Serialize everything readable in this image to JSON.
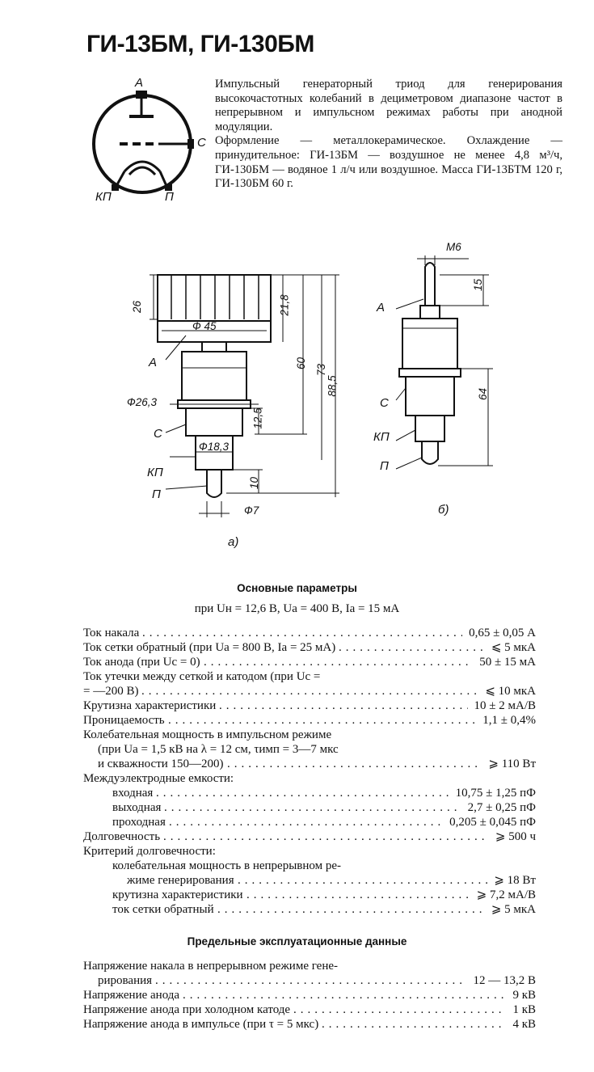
{
  "title": "ГИ-13БМ, ГИ-130БМ",
  "intro": {
    "p1": "Импульсный генераторный триод для генерирования высокочастотных колебаний в дециметровом диапазоне частот в непрерывном и импульсном режимах работы при анодной модуляции.",
    "p2": "Оформление — металлокерамическое. Охлаждение — принудительное: ГИ-13БМ — воздушное не менее 4,8 м³/ч, ГИ-130БМ — водяное 1 л/ч или воздушное. Масса ГИ-13БТМ 120 г, ГИ-130БМ 60 г."
  },
  "symbol": {
    "pins": {
      "a": "А",
      "c": "С",
      "kp": "КП",
      "p": "П"
    }
  },
  "drawing_a": {
    "caption": "а)",
    "dims": {
      "d45": "Ф 45",
      "h26": "26",
      "h218": "21,8",
      "h60": "60",
      "h73": "73",
      "h885": "88,5",
      "d263": "Ф26,3",
      "h125": "12,5",
      "d183": "Ф18,3",
      "h10": "10",
      "d7": "Ф7"
    },
    "labels": {
      "a": "А",
      "c": "С",
      "kp": "КП",
      "p": "П"
    }
  },
  "drawing_b": {
    "caption": "б)",
    "dims": {
      "m6": "М6",
      "h15": "15",
      "h64": "64"
    },
    "labels": {
      "a": "А",
      "c": "С",
      "kp": "КП",
      "p": "П"
    }
  },
  "params": {
    "heading": "Основные параметры",
    "conditions": "при Uн = 12,6 В, Uа = 400 В, Iа = 15 мА",
    "rows": [
      {
        "name": "Ток накала",
        "value": "0,65 ± 0,05 А"
      },
      {
        "name": "Ток сетки обратный (при Uа = 800 В, Iа = 25 мА)",
        "value": "⩽ 5 мкА"
      },
      {
        "name": "Ток анода (при Uс = 0)",
        "value": "50 ± 15 мА"
      },
      {
        "name": "Ток утечки между сеткой и катодом (при Uс =",
        "value": ""
      },
      {
        "name": "= —200 В)",
        "value": "⩽ 10 мкА"
      },
      {
        "name": "Крутизна характеристики",
        "value": "10 ± 2 мА/В"
      },
      {
        "name": "Проницаемость",
        "value": "1,1 ± 0,4%"
      },
      {
        "name": "Колебательная мощность в импульсном режиме",
        "value": ""
      },
      {
        "name": "(при Uа = 1,5 кВ на λ = 12 см, τимп = 3—7 мкс",
        "value": ""
      },
      {
        "name": "и скважности 150—200)",
        "value": "⩾ 110 Вт"
      },
      {
        "name": "Междуэлектродные емкости:",
        "value": ""
      },
      {
        "name": "входная",
        "value": "10,75 ± 1,25 пФ"
      },
      {
        "name": "выходная",
        "value": "2,7 ± 0,25 пФ"
      },
      {
        "name": "проходная",
        "value": "0,205 ± 0,045 пФ"
      },
      {
        "name": "Долговечность",
        "value": "⩾ 500 ч"
      },
      {
        "name": "Критерий долговечности:",
        "value": ""
      },
      {
        "name": "колебательная мощность в непрерывном ре-",
        "value": ""
      },
      {
        "name": "жиме генерирования",
        "value": "⩾ 18 Вт"
      },
      {
        "name": "крутизна характеристики",
        "value": "⩾ 7,2 мА/В"
      },
      {
        "name": "ток сетки обратный",
        "value": "⩾ 5 мкА"
      }
    ]
  },
  "limits": {
    "heading": "Предельные эксплуатационные данные",
    "rows": [
      {
        "name": "Напряжение накала в непрерывном режиме гене-",
        "value": ""
      },
      {
        "name": "рирования",
        "value": "12 — 13,2 В"
      },
      {
        "name": "Напряжение анода",
        "value": "9 кВ"
      },
      {
        "name": "Напряжение анода при холодном катоде",
        "value": "1 кВ"
      },
      {
        "name": "Напряжение анода в импульсе (при τ = 5 мкс)",
        "value": "4 кВ"
      }
    ]
  }
}
